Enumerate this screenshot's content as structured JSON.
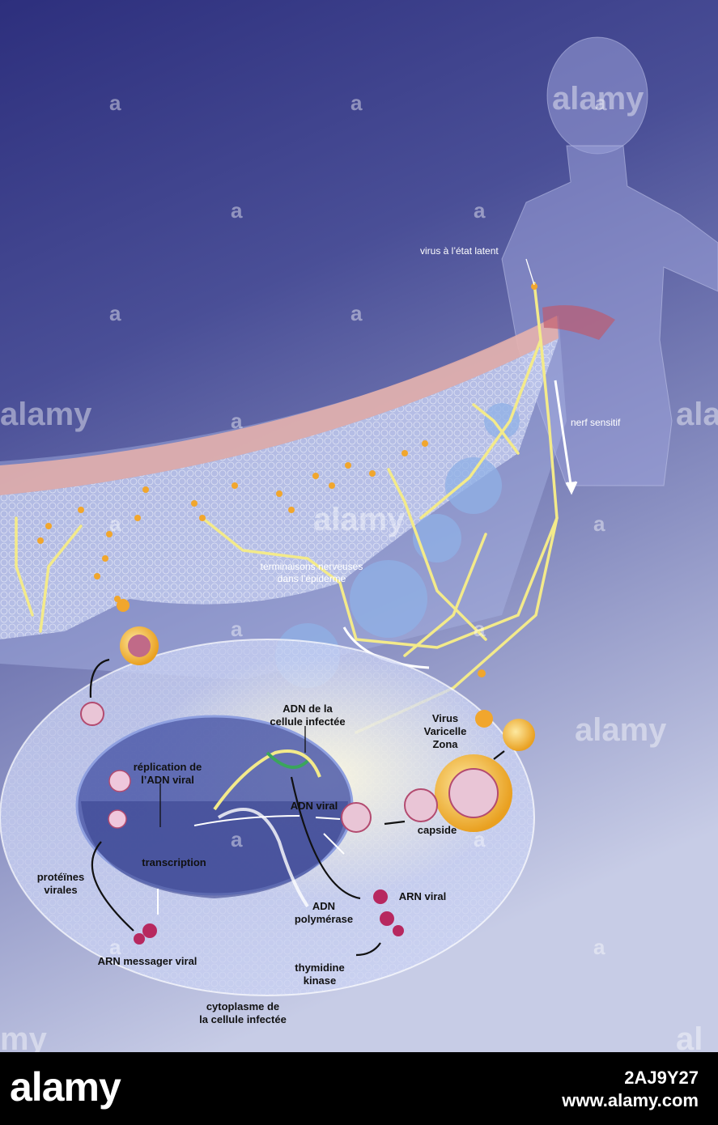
{
  "labels": {
    "latent": "virus à l’état latent",
    "nerve": "nerf sensitif",
    "endings_1": "terminaisons nerveuses",
    "endings_2": "dans l’épiderme",
    "host_dna_1": "ADN de la",
    "host_dna_2": "cellule infectée",
    "virus_1": "Virus",
    "virus_2": "Varicelle",
    "virus_3": "Zona",
    "replication_1": "réplication de",
    "replication_2": "l’ADN viral",
    "viral_dna": "ADN viral",
    "capsid": "capside",
    "transcription": "transcription",
    "proteins_1": "protéïnes",
    "proteins_2": "virales",
    "viral_rna": "ARN viral",
    "polymerase_1": "ADN",
    "polymerase_2": "polymérase",
    "mrna": "ARN messager viral",
    "tk_1": "thymidine",
    "tk_2": "kinase",
    "cytoplasm_1": "cytoplasme de",
    "cytoplasm_2": "la cellule infectée"
  },
  "watermark": {
    "word": "alamy",
    "letter": "a"
  },
  "footer": {
    "logo": "alamy",
    "image_id": "2AJ9Y27",
    "site": "www.alamy.com"
  },
  "colors": {
    "bg_top": "#2d2f7d",
    "bg_bottom": "#c7cce6",
    "nerve": "#f3ea8a",
    "virus": "#f1a62d",
    "footer": "#000000"
  }
}
